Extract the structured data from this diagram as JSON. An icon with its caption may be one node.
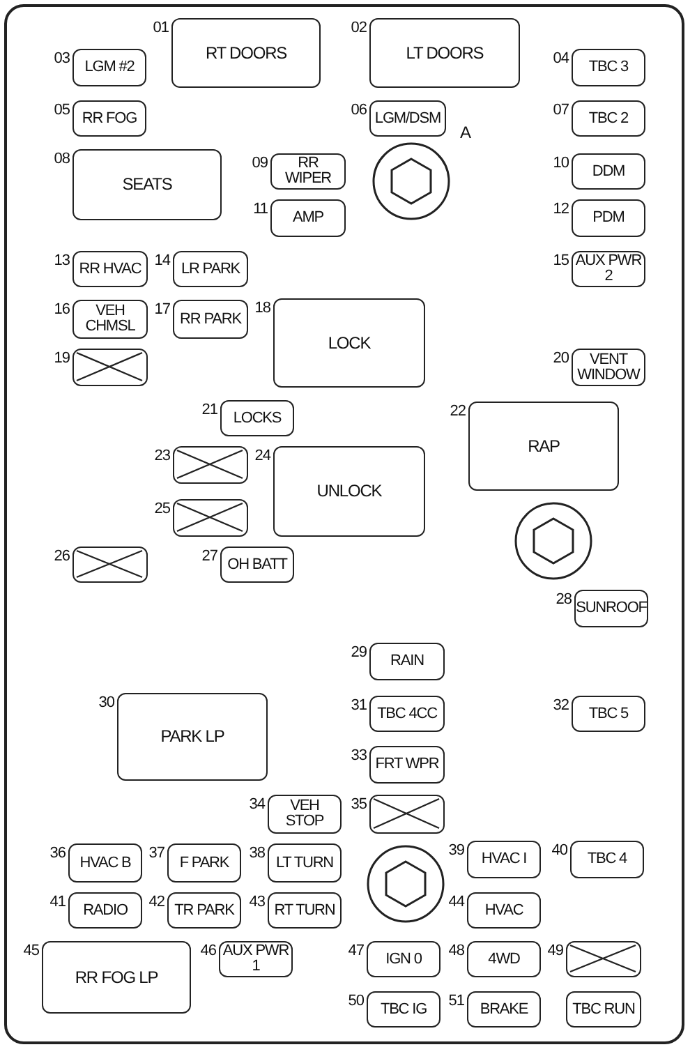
{
  "diagram": {
    "nodes": [
      {
        "text": [
          "RT DOORS"
        ],
        "beside": [
          "01"
        ]
      },
      {
        "text": [
          "LT DOORS"
        ],
        "beside": [
          "02"
        ]
      },
      {
        "text": [
          "LGM #2"
        ],
        "beside": [
          "03"
        ]
      },
      {
        "text": [
          "TBC 3"
        ],
        "beside": [
          "04"
        ]
      },
      {
        "text": [
          "RR FOG"
        ],
        "beside": [
          "05"
        ]
      },
      {
        "text": [
          "LGM/DSM"
        ],
        "beside": [
          "06"
        ]
      },
      {
        "text": [
          "TBC 2"
        ],
        "beside": [
          "07"
        ]
      },
      {
        "text": [
          "SEATS"
        ],
        "beside": [
          "08"
        ]
      },
      {
        "text": [
          "RR WIPER"
        ],
        "beside": [
          "09"
        ]
      },
      {
        "text": [
          "DDM"
        ],
        "beside": [
          "10"
        ]
      },
      {
        "text": [
          "AMP"
        ],
        "beside": [
          "11"
        ]
      },
      {
        "text": [
          "PDM"
        ],
        "beside": [
          "12"
        ]
      },
      {
        "text": [
          "RR HVAC"
        ],
        "beside": [
          "13"
        ]
      },
      {
        "text": [
          "LR PARK"
        ],
        "beside": [
          "14"
        ]
      },
      {
        "text": [
          "AUX PWR 2"
        ],
        "beside": [
          "15"
        ]
      },
      {
        "text": [
          "VEH CHMSL"
        ],
        "beside": [
          "16"
        ]
      },
      {
        "text": [
          "RR PARK"
        ],
        "beside": [
          "17"
        ]
      },
      {
        "text": [
          "LOCK"
        ],
        "beside": [
          "18"
        ]
      },
      {
        "text": [],
        "shape": "box",
        "beside": [
          "19"
        ]
      },
      {
        "text": [
          "VENT WINDOW"
        ],
        "beside": [
          "20"
        ]
      },
      {
        "text": [
          "LOCKS"
        ],
        "beside": [
          "21"
        ]
      },
      {
        "text": [
          "RAP"
        ],
        "beside": [
          "22"
        ]
      },
      {
        "text": [],
        "shape": "box",
        "beside": [
          "23"
        ]
      },
      {
        "text": [
          "UNLOCK"
        ],
        "beside": [
          "24"
        ]
      },
      {
        "text": [],
        "shape": "box",
        "beside": [
          "25"
        ]
      },
      {
        "text": [],
        "shape": "box",
        "beside": [
          "26"
        ]
      },
      {
        "text": [
          "OH BATT"
        ],
        "beside": [
          "27"
        ]
      },
      {
        "text": [
          "SUNROOF"
        ],
        "beside": [
          "28"
        ]
      },
      {
        "text": [
          "RAIN"
        ],
        "beside": [
          "29"
        ]
      },
      {
        "text": [
          "PARK LP"
        ],
        "beside": [
          "30"
        ]
      },
      {
        "text": [
          "TBC 4CC"
        ],
        "beside": [
          "31"
        ]
      },
      {
        "text": [
          "TBC 5"
        ],
        "beside": [
          "32"
        ]
      },
      {
        "text": [
          "FRT WPR"
        ],
        "beside": [
          "33"
        ]
      },
      {
        "text": [
          "VEH STOP"
        ],
        "beside": [
          "34"
        ]
      },
      {
        "text": [],
        "shape": "box",
        "beside": [
          "35"
        ]
      },
      {
        "text": [
          "HVAC B"
        ],
        "beside": [
          "36"
        ]
      },
      {
        "text": [
          "F PARK"
        ],
        "beside": [
          "37"
        ]
      },
      {
        "text": [
          "LT TURN"
        ],
        "beside": [
          "38"
        ]
      },
      {
        "text": [
          "HVAC I"
        ],
        "beside": [
          "39"
        ]
      },
      {
        "text": [
          "TBC 4"
        ],
        "beside": [
          "40"
        ]
      },
      {
        "text": [
          "RADIO"
        ],
        "beside": [
          "41"
        ]
      },
      {
        "text": [
          "TR PARK"
        ],
        "beside": [
          "42"
        ]
      },
      {
        "text": [
          "RT TURN"
        ],
        "beside": [
          "43"
        ]
      },
      {
        "text": [
          "HVAC"
        ],
        "beside": [
          "44"
        ]
      },
      {
        "text": [
          "RR FOG LP"
        ],
        "beside": [
          "45"
        ]
      },
      {
        "text": [
          "AUX PWR 1"
        ],
        "beside": [
          "46"
        ]
      },
      {
        "text": [
          "IGN 0"
        ],
        "beside": [
          "47"
        ]
      },
      {
        "text": [
          "4WD"
        ],
        "beside": [
          "48"
        ]
      },
      {
        "text": [],
        "shape": "box",
        "beside": [
          "49"
        ]
      },
      {
        "text": [
          "TBC IG"
        ],
        "beside": [
          "50"
        ]
      },
      {
        "text": [
          "BRAKE"
        ],
        "beside": [
          "51"
        ]
      },
      {
        "text": [
          "TBC RUN"
        ]
      }
    ],
    "edges": [],
    "labels": [
      "A"
    ]
  }
}
